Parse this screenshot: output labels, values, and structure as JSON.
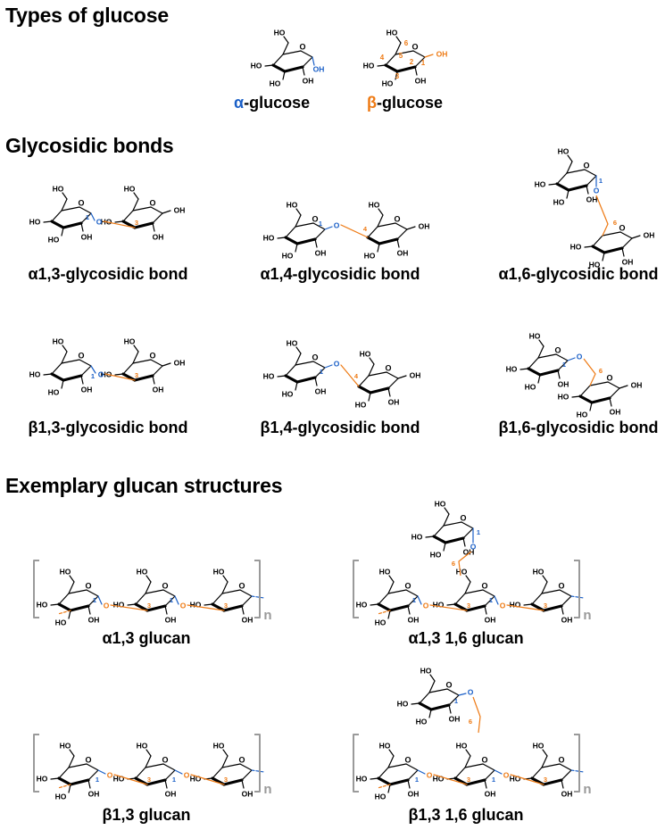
{
  "sections": {
    "types_title": "Types of glucose",
    "bonds_title": "Glycosidic bonds",
    "glucan_title": "Exemplary glucan structures"
  },
  "glucose": {
    "alpha": {
      "greek": "α",
      "suffix": "-glucose"
    },
    "beta": {
      "greek": "β",
      "suffix": "-glucose"
    }
  },
  "bond_captions": [
    "α1,3-glycosidic bond",
    "α1,4-glycosidic bond",
    "α1,6-glycosidic bond",
    "β1,3-glycosidic bond",
    "β1,4-glycosidic bond",
    "β1,6-glycosidic bond"
  ],
  "glucan_captions": [
    "α1,3 glucan",
    "α1,3 1,6 glucan",
    "β1,3 glucan",
    "β1,3 1,6 glucan"
  ],
  "labels": {
    "oh": "OH",
    "ho": "HO",
    "o": "O",
    "n": "n",
    "c1": "1",
    "c2": "2",
    "c3": "3",
    "c4": "4",
    "c5": "5",
    "c6": "6"
  },
  "colors": {
    "blue": "#1a5fc7",
    "orange": "#ee7a14",
    "gray": "#9a9a9a",
    "text": "#000000"
  }
}
